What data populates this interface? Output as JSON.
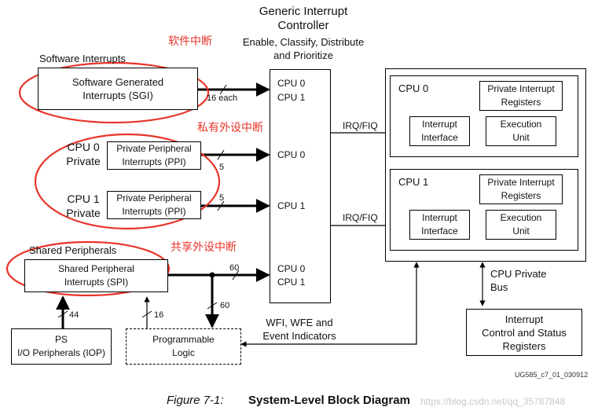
{
  "gic": {
    "title": "Generic Interrupt\nController",
    "subtitle": "Enable, Classify, Distribute\nand Prioritize",
    "ports": {
      "sgi": [
        "CPU 0",
        "CPU 1"
      ],
      "ppi0": "CPU 0",
      "ppi1": "CPU 1",
      "spi": [
        "CPU 0",
        "CPU 1"
      ]
    }
  },
  "annotations": {
    "software": "软件中断",
    "private": "私有外设中断",
    "shared": "共享外设中断"
  },
  "sections": {
    "software": {
      "label": "Software Interrupts",
      "box": "Software Generated\nInterrupts (SGI)",
      "width": "16 each"
    },
    "ppi_cpu0": {
      "label": "CPU 0\nPrivate",
      "box": "Private Peripheral\nInterrupts (PPI)",
      "width": "5"
    },
    "ppi_cpu1": {
      "label": "CPU 1\nPrivate",
      "box": "Private Peripheral\nInterrupts (PPI)",
      "width": "5"
    },
    "shared": {
      "label": "Shared Peripherals",
      "box": "Shared Peripheral\nInterrupts (SPI)",
      "width": "60",
      "pl_width": "60"
    }
  },
  "ps_io": {
    "label": "PS\nI/O Peripherals (IOP)",
    "width": "44"
  },
  "pl": {
    "label": "Programmable\nLogic",
    "width": "16"
  },
  "cpus": [
    {
      "title": "CPU 0",
      "irq": "IRQ/FIQ",
      "interrupt_interface": "Interrupt\nInterface",
      "execution_unit": "Execution\nUnit",
      "private_regs": "Private Interrupt\nRegisters"
    },
    {
      "title": "CPU 1",
      "irq": "IRQ/FIQ",
      "interrupt_interface": "Interrupt\nInterface",
      "execution_unit": "Execution\nUnit",
      "private_regs": "Private Interrupt\nRegisters"
    }
  ],
  "bus": {
    "label": "CPU Private\nBus"
  },
  "control": {
    "label": "Interrupt\nControl and Status\nRegisters"
  },
  "events": {
    "label": "WFI, WFE and\nEvent Indicators"
  },
  "doc_id": "UG585_c7_01_030912",
  "caption": {
    "number": "Figure 7-1:",
    "title": "System-Level Block Diagram"
  },
  "watermark": "https://blog.csdn.net/qq_35787848",
  "colors": {
    "annotation": "#e8342a",
    "line": "#000000"
  }
}
